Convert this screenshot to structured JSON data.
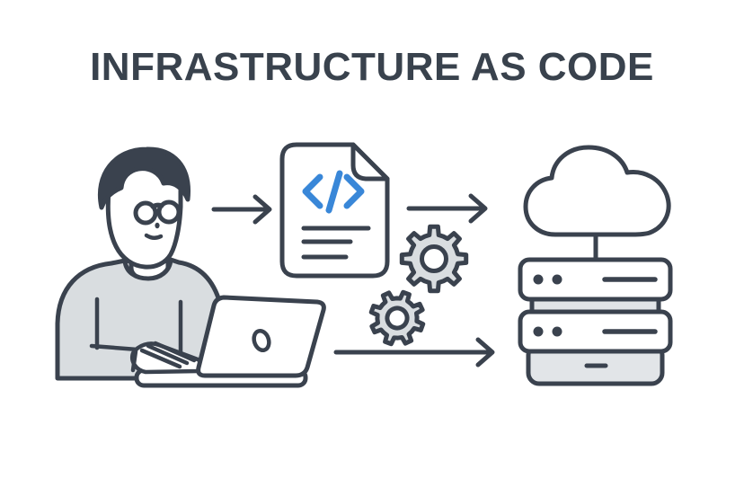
{
  "title": {
    "text": "INFRASTRUCTURE AS CODE"
  },
  "colors": {
    "outline": "#3a424e",
    "title_text": "#39424d",
    "accent_blue": "#3987d8",
    "fill_grey": "#d9dde0",
    "fill_light_grey": "#e2e5e8",
    "background": "#ffffff"
  },
  "illustration": {
    "code_symbol": "</>",
    "components": [
      {
        "id": "developer",
        "icon": "developer-at-laptop-icon"
      },
      {
        "id": "code-file",
        "icon": "code-file-icon"
      },
      {
        "id": "gears",
        "icon": "gears-icon"
      },
      {
        "id": "cloud-server",
        "icon": "cloud-server-icon"
      }
    ],
    "flow_arrows": [
      {
        "id": "arrow-1",
        "from": "developer",
        "to": "code-file"
      },
      {
        "id": "arrow-2",
        "from": "code-file",
        "to": "cloud-server"
      },
      {
        "id": "arrow-3",
        "from": "laptop",
        "to": "cloud-server"
      }
    ]
  }
}
